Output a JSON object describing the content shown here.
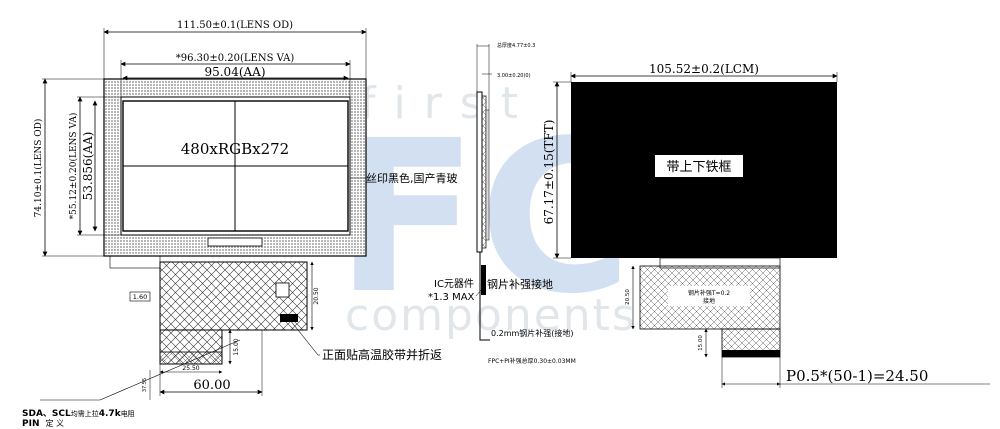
{
  "watermark": {
    "big_letters": "FC",
    "word_top": "first",
    "word_bottom": "components",
    "color": "#3a78c2"
  },
  "front_view": {
    "lens_od_width": "111.50±0.1(LENS OD)",
    "lens_va_width": "*96.30±0.20(LENS VA)",
    "aa_width": "95.04(AA)",
    "lens_od_height": "74.10±0.1(LENS OD)",
    "lens_va_height": "*55.12±0.20(LENS VA)",
    "aa_height": "53.856(AA)",
    "resolution": "480xRGBx272",
    "frame_note": "丝印黑色,国产青玻",
    "fpc_height_dim": "20.50",
    "dim_15": "15.00",
    "dim_25": "25.50",
    "dim_60": "60.00",
    "dim_160": "1.60",
    "dim_left": "37.55",
    "tape_note": "正面贴高温胶带并折返",
    "pin_note_line1_a": "SDA、SCL",
    "pin_note_line1_b": "均需上拉",
    "pin_note_line1_c": "4.7k",
    "pin_note_line1_d": "电阻",
    "pin_note_line2_a": "PIN",
    "pin_note_line2_b": "定 义"
  },
  "side_view": {
    "total_thickness": "总厚度4.77±0.3",
    "thickness_3": "3.00±0.20(0)",
    "ic_component": "IC元器件",
    "ic_max": "*1.3 MAX",
    "steel_stiffener_ground": "钢片补强接地",
    "steel_02": "0.2mm钢片补强(接地)",
    "fpc_pi_total": "FPC+PI补强总厚0.30±0.03MM"
  },
  "back_view": {
    "lcm_width": "105.52±0.2(LCM)",
    "tft_height": "67.17±0.15(TFT)",
    "iron_frame": "带上下铁框",
    "fpc_stiffener_line1": "钢片补强T=0.2",
    "fpc_stiffener_line2": "接地",
    "fpc_height": "20.50",
    "dim_15": "15.00",
    "pitch_formula": "P0.5*(50-1)=24.50"
  }
}
